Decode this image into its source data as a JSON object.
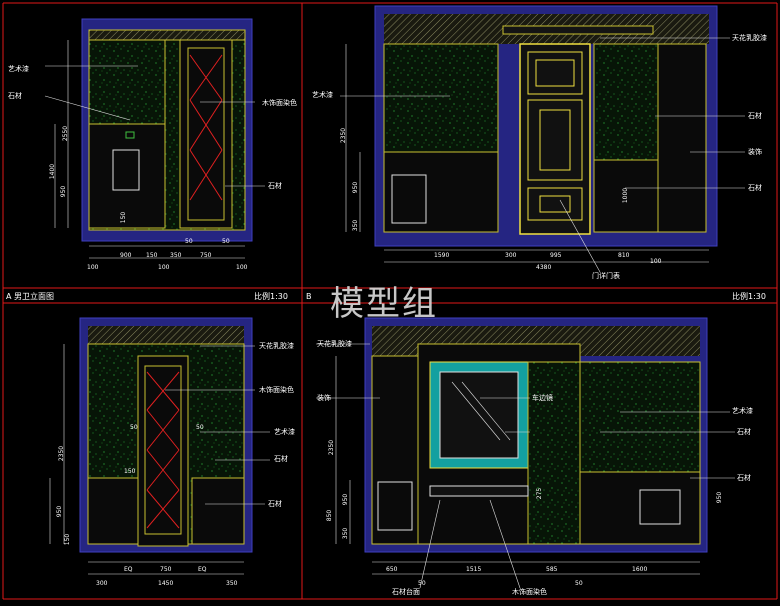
{
  "watermark": "模型组",
  "panel_a": {
    "title": "A 男卫立面图",
    "scale": "比例1:30",
    "labels": [
      "艺术漆",
      "石材",
      "木饰面染色",
      "石材"
    ],
    "dims_h": [
      "100",
      "900",
      "100",
      "50",
      "750",
      "50",
      "100",
      "350",
      "150"
    ],
    "dims_v": [
      "2550",
      "1400",
      "950",
      "150"
    ]
  },
  "panel_b": {
    "title": "B",
    "scale": "比例1:30",
    "labels": [
      "天花乳胶漆",
      "艺术漆",
      "石材",
      "装饰",
      "石材",
      "门详门表"
    ],
    "dims_h": [
      "1590",
      "300",
      "995",
      "810",
      "100",
      "4380"
    ],
    "dims_v": [
      "2350",
      "950",
      "1000",
      "350"
    ]
  },
  "panel_c": {
    "labels": [
      "天花乳胶漆",
      "木饰面染色",
      "艺术漆",
      "石材",
      "石材"
    ],
    "dims_h": [
      "300",
      "EQ",
      "750",
      "EQ",
      "350",
      "1450"
    ],
    "dims_v": [
      "2350",
      "950",
      "150",
      "50",
      "150",
      "50"
    ]
  },
  "panel_d": {
    "labels": [
      "天花乳胶漆",
      "装饰",
      "车边镜",
      "艺术漆",
      "石材",
      "石材",
      "石材台面",
      "木饰面染色"
    ],
    "dims_h": [
      "650",
      "50",
      "1515",
      "585",
      "1600",
      "50"
    ],
    "dims_v": [
      "2350",
      "950",
      "850",
      "350",
      "275",
      "950"
    ]
  }
}
